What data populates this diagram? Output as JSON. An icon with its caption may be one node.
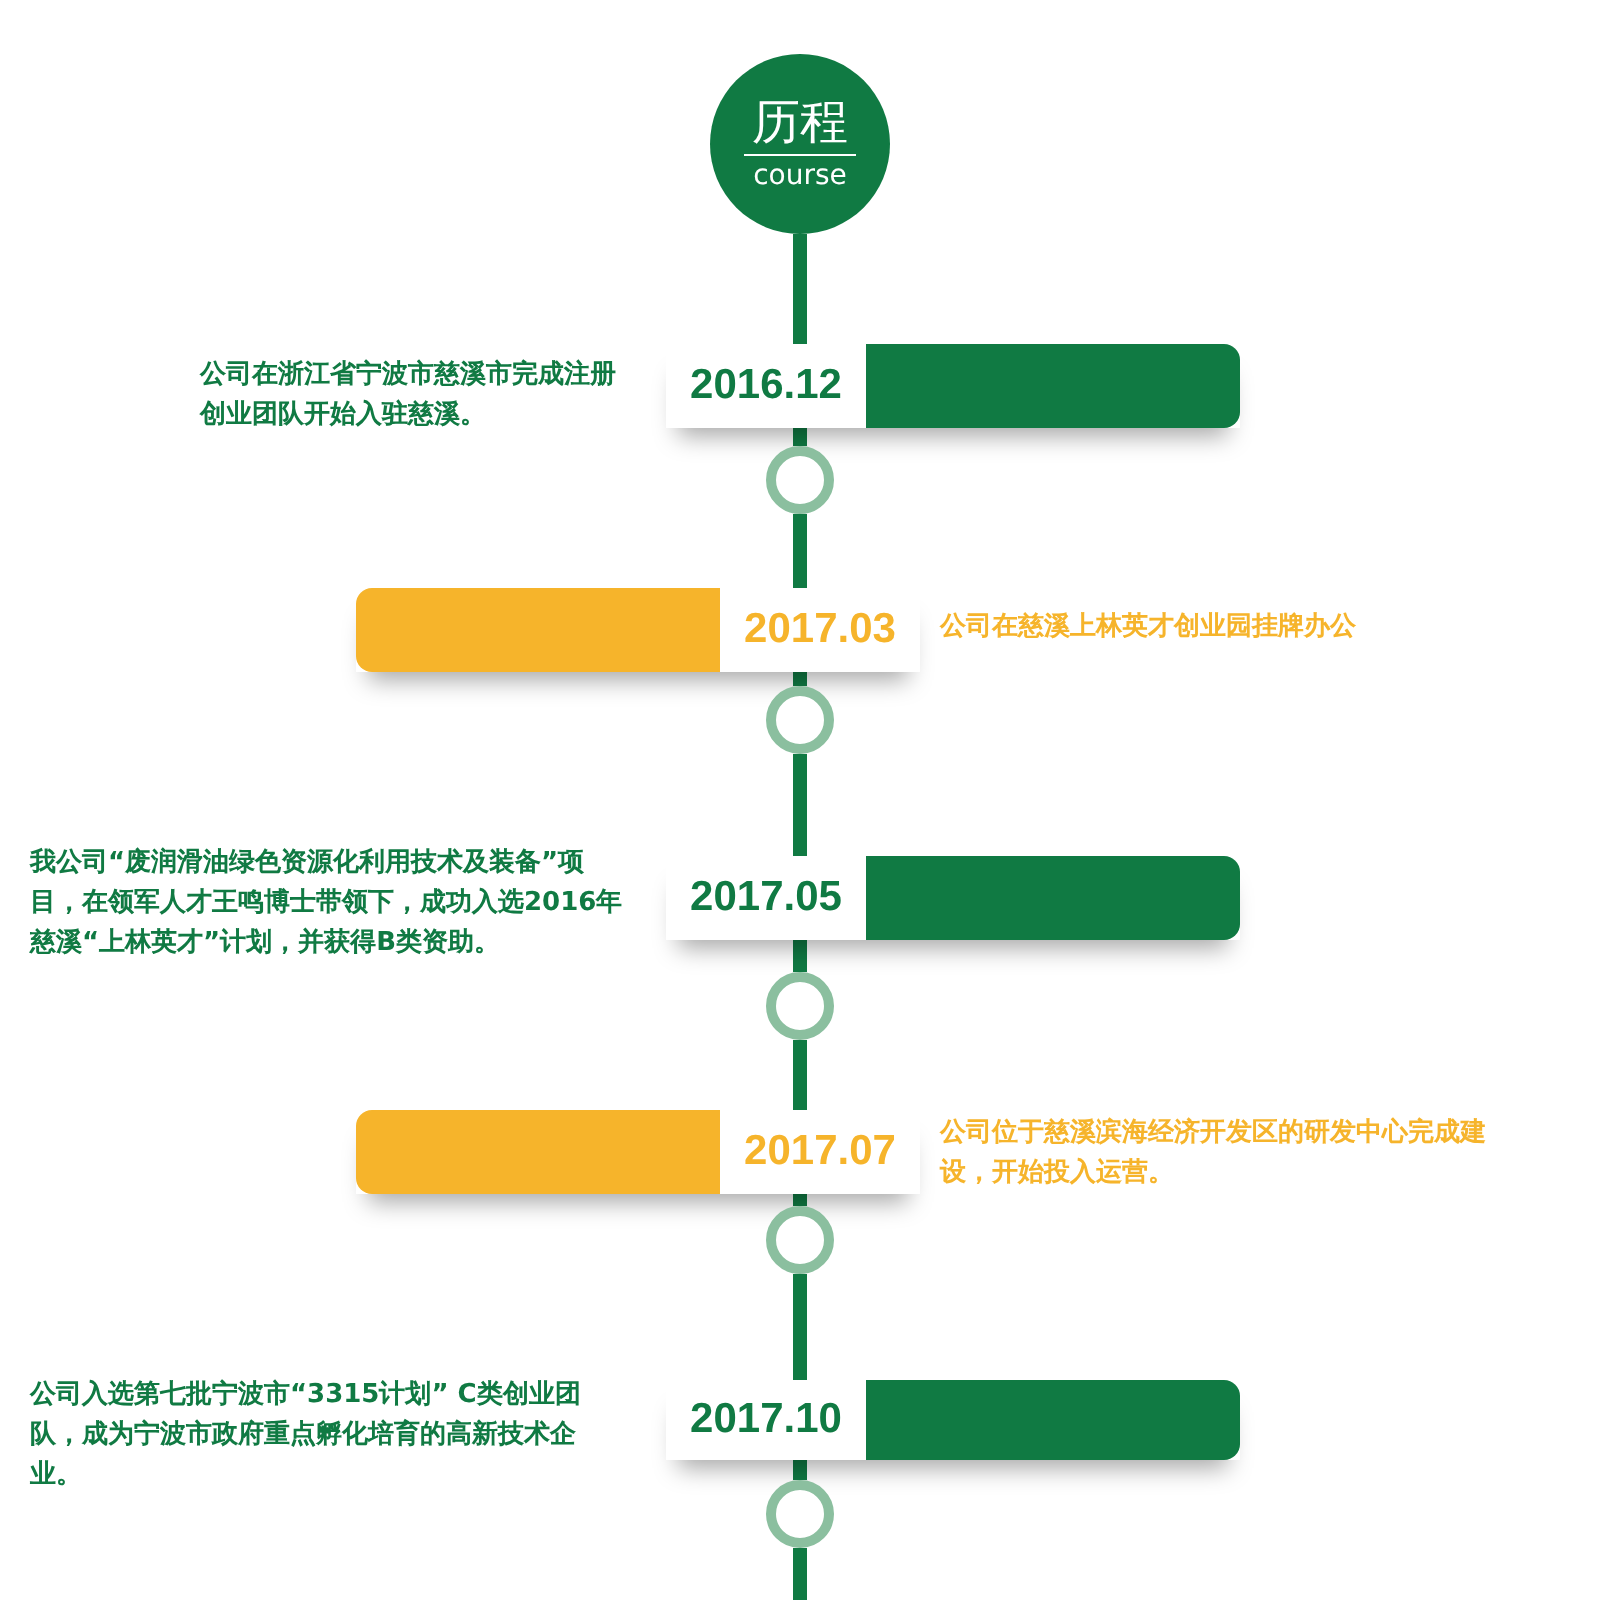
{
  "diagram": {
    "nodes": [
      {
        "text": [
          "历程",
          "course"
        ]
      },
      {
        "text": [
          "2016.12"
        ],
        "beside": [
          "公司在浙江省宁波市慈溪市完成注册创业团队开始入驻慈溪。"
        ]
      },
      {
        "text": [],
        "shape": "circle"
      },
      {
        "text": [
          "2017.03"
        ],
        "beside": [
          "公司在慈溪上林英才创业园挂牌办公"
        ]
      },
      {
        "text": [],
        "shape": "circle"
      },
      {
        "text": [
          "2017.05"
        ],
        "beside": [
          "我公司“废润滑油绿色资源化利用技术及装备”项目，在领军人才王鸣博士带领下，成功入选2016年慈溪“上林英才”计划，并获得B类资助。"
        ]
      },
      {
        "text": [],
        "shape": "circle"
      },
      {
        "text": [
          "2017.07"
        ],
        "beside": [
          "公司位于慈溪滨海经济开发区的研发中心完成建设，开始投入运营。"
        ]
      },
      {
        "text": [],
        "shape": "circle"
      },
      {
        "text": [
          "2017.10"
        ],
        "beside": [
          "公司入选第七批宁波市“3315计划” C类创业团队，成为宁波市政府重点孵化培育的高新技术企业。"
        ]
      },
      {
        "text": [],
        "shape": "circle"
      }
    ],
    "edges": [
      {
        "from": 0,
        "to": 1,
        "arrow": "none"
      },
      {
        "from": 1,
        "to": 2,
        "arrow": "none"
      },
      {
        "from": 2,
        "to": 3,
        "arrow": "none"
      },
      {
        "from": 3,
        "to": 4,
        "arrow": "none"
      },
      {
        "from": 4,
        "to": 5,
        "arrow": "none"
      },
      {
        "from": 5,
        "to": 6,
        "arrow": "none"
      },
      {
        "from": 6,
        "to": 7,
        "arrow": "none"
      },
      {
        "from": 7,
        "to": 8,
        "arrow": "none"
      },
      {
        "from": 8,
        "to": 9,
        "arrow": "none"
      },
      {
        "from": 9,
        "to": 10,
        "arrow": "none"
      },
      {
        "from": 10,
        "to": null,
        "arrow": "none"
      }
    ]
  }
}
